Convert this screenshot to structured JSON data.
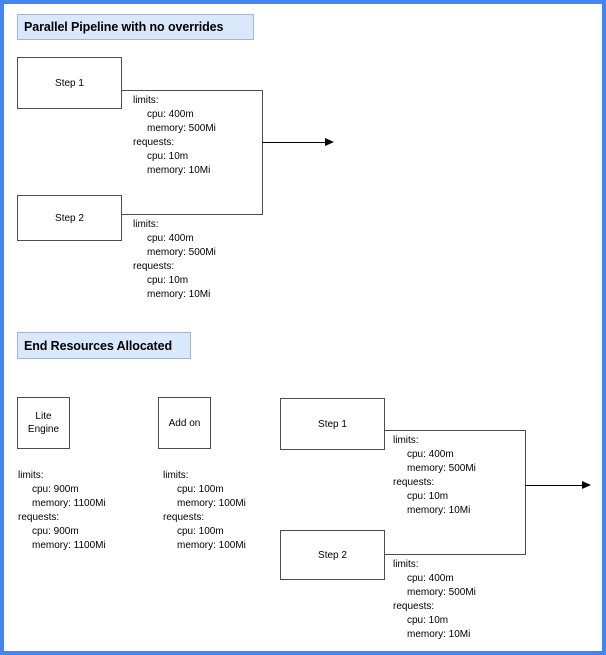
{
  "diagram": {
    "frame_color": "#4285f4",
    "header_fill": "#dae8fc",
    "header_border": "#9fb8d4",
    "line_color": "#4d4d4d"
  },
  "sections": [
    {
      "id": "parallel-pipeline",
      "title": "Parallel Pipeline with no overrides"
    },
    {
      "id": "end-resources",
      "title": "End Resources Allocated"
    }
  ],
  "top_section": {
    "nodes": [
      {
        "id": "step-1",
        "label": "Step 1"
      },
      {
        "id": "step-2",
        "label": "Step 2"
      }
    ],
    "resources": [
      {
        "id": "step-1-resources",
        "lines": [
          {
            "text": "limits:",
            "indent": 1
          },
          {
            "text": "cpu: 400m",
            "indent": 2
          },
          {
            "text": "memory: 500Mi",
            "indent": 2
          },
          {
            "text": "requests:",
            "indent": 1
          },
          {
            "text": "cpu: 10m",
            "indent": 2
          },
          {
            "text": "memory: 10Mi",
            "indent": 2
          }
        ]
      },
      {
        "id": "step-2-resources",
        "lines": [
          {
            "text": "limits:",
            "indent": 1
          },
          {
            "text": "cpu: 400m",
            "indent": 2
          },
          {
            "text": "memory: 500Mi",
            "indent": 2
          },
          {
            "text": "requests:",
            "indent": 1
          },
          {
            "text": "cpu: 10m",
            "indent": 2
          },
          {
            "text": "memory: 10Mi",
            "indent": 2
          }
        ]
      }
    ]
  },
  "bottom_section": {
    "nodes": [
      {
        "id": "lite-engine",
        "label": "Lite\nEngine"
      },
      {
        "id": "add-on",
        "label": "Add on"
      },
      {
        "id": "step-1",
        "label": "Step 1"
      },
      {
        "id": "step-2",
        "label": "Step 2"
      }
    ],
    "resources": [
      {
        "id": "lite-engine-resources",
        "lines": [
          {
            "text": "limits:",
            "indent": 1
          },
          {
            "text": "cpu: 900m",
            "indent": 2
          },
          {
            "text": "memory: 1100Mi",
            "indent": 2
          },
          {
            "text": "requests:",
            "indent": 1
          },
          {
            "text": "cpu: 900m",
            "indent": 2
          },
          {
            "text": "memory: 1100Mi",
            "indent": 2
          }
        ]
      },
      {
        "id": "add-on-resources",
        "lines": [
          {
            "text": "limits:",
            "indent": 1
          },
          {
            "text": "cpu: 100m",
            "indent": 2
          },
          {
            "text": "memory: 100Mi",
            "indent": 2
          },
          {
            "text": "requests:",
            "indent": 1
          },
          {
            "text": "cpu: 100m",
            "indent": 2
          },
          {
            "text": "memory: 100Mi",
            "indent": 2
          }
        ]
      },
      {
        "id": "step-1-resources",
        "lines": [
          {
            "text": "limits:",
            "indent": 1
          },
          {
            "text": "cpu: 400m",
            "indent": 2
          },
          {
            "text": "memory: 500Mi",
            "indent": 2
          },
          {
            "text": "requests:",
            "indent": 1
          },
          {
            "text": "cpu: 10m",
            "indent": 2
          },
          {
            "text": "memory: 10Mi",
            "indent": 2
          }
        ]
      },
      {
        "id": "step-2-resources",
        "lines": [
          {
            "text": "limits:",
            "indent": 1
          },
          {
            "text": "cpu: 400m",
            "indent": 2
          },
          {
            "text": "memory: 500Mi",
            "indent": 2
          },
          {
            "text": "requests:",
            "indent": 1
          },
          {
            "text": "cpu: 10m",
            "indent": 2
          },
          {
            "text": "memory: 10Mi",
            "indent": 2
          }
        ]
      }
    ]
  }
}
